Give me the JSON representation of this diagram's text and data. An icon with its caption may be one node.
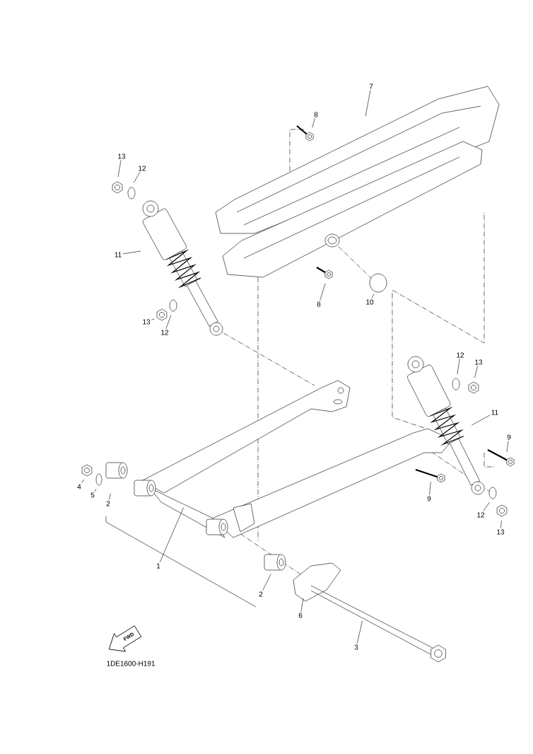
{
  "diagram": {
    "nodes": [
      {
        "text": [
          "13"
        ]
      },
      {
        "text": [
          "12"
        ]
      },
      {
        "text": [
          "11"
        ]
      },
      {
        "text": [
          "13"
        ]
      },
      {
        "text": [
          "12"
        ]
      },
      {
        "text": [
          "8"
        ]
      },
      {
        "text": [
          "7"
        ]
      },
      {
        "text": [
          "8"
        ]
      },
      {
        "text": [
          "10"
        ]
      },
      {
        "text": [
          "12"
        ]
      },
      {
        "text": [
          "13"
        ]
      },
      {
        "text": [
          "11"
        ]
      },
      {
        "text": [
          "9"
        ]
      },
      {
        "text": [
          "9"
        ]
      },
      {
        "text": [
          "12"
        ]
      },
      {
        "text": [
          "13"
        ]
      },
      {
        "text": [
          "4"
        ]
      },
      {
        "text": [
          "5"
        ]
      },
      {
        "text": [
          "2"
        ]
      },
      {
        "text": [
          "1"
        ]
      },
      {
        "text": [
          "2"
        ]
      },
      {
        "text": [
          "6"
        ]
      },
      {
        "text": [
          "3"
        ]
      }
    ],
    "edges": [
      {
        "from": 0,
        "to": null,
        "arrow": "none"
      },
      {
        "from": 1,
        "to": null,
        "arrow": "none"
      },
      {
        "from": 2,
        "to": null,
        "arrow": "none"
      },
      {
        "from": 3,
        "to": null,
        "arrow": "none"
      },
      {
        "from": 4,
        "to": null,
        "arrow": "none"
      },
      {
        "from": 5,
        "to": null,
        "arrow": "none"
      },
      {
        "from": 6,
        "to": null,
        "arrow": "none"
      },
      {
        "from": 7,
        "to": null,
        "arrow": "none"
      },
      {
        "from": 8,
        "to": null,
        "arrow": "none"
      },
      {
        "from": 9,
        "to": null,
        "arrow": "none"
      },
      {
        "from": 10,
        "to": null,
        "arrow": "none"
      },
      {
        "from": 11,
        "to": null,
        "arrow": "none"
      },
      {
        "from": 12,
        "to": null,
        "arrow": "none"
      },
      {
        "from": 13,
        "to": null,
        "arrow": "none"
      },
      {
        "from": 14,
        "to": null,
        "arrow": "none"
      },
      {
        "from": 15,
        "to": null,
        "arrow": "none"
      },
      {
        "from": 16,
        "to": null,
        "arrow": "none"
      },
      {
        "from": 17,
        "to": null,
        "arrow": "none"
      },
      {
        "from": 18,
        "to": null,
        "arrow": "none"
      },
      {
        "from": 19,
        "to": null,
        "arrow": "none"
      },
      {
        "from": 20,
        "to": null,
        "arrow": "none"
      },
      {
        "from": 21,
        "to": null,
        "arrow": "none"
      },
      {
        "from": 22,
        "to": null,
        "arrow": "none"
      }
    ],
    "labels": [
      "FWD",
      "1DE1600-H191"
    ]
  }
}
